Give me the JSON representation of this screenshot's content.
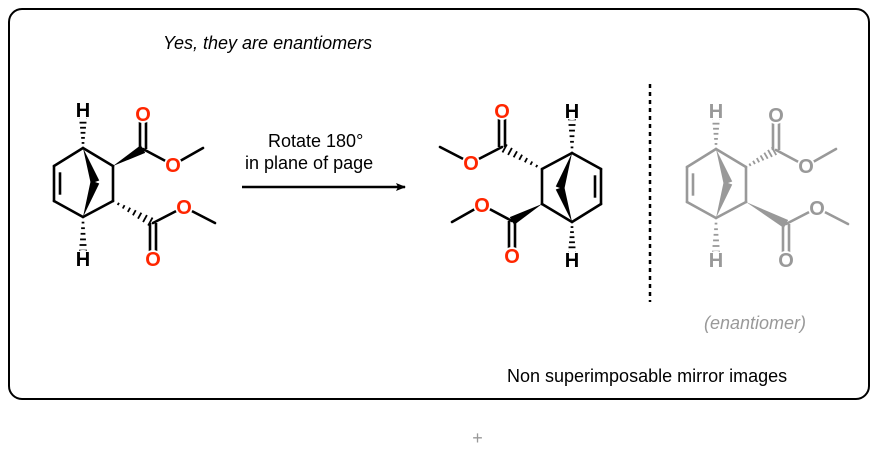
{
  "heading": "Yes, they are enantiomers",
  "arrow": {
    "line1": "Rotate 180°",
    "line2": "in plane of page"
  },
  "enantiomer_label": "(enantiomer)",
  "conclusion": "Non superimposable mirror images",
  "plus_mark": "+",
  "atoms": {
    "hydrogen": "H",
    "oxygen": "O"
  },
  "colors": {
    "bond": "#000000",
    "oxygen": "#ff2600",
    "enantiomer": "#999999"
  }
}
